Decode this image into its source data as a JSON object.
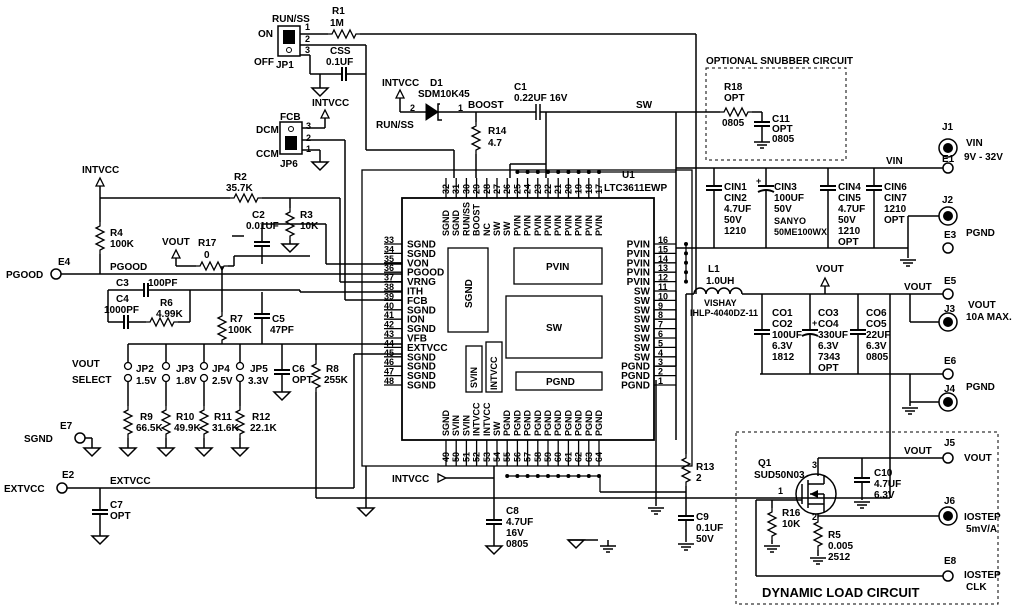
{
  "chip": {
    "ref": "U1",
    "part": "LTC3611EWP",
    "left_pins": [
      {
        "num": "33",
        "name": "SGND"
      },
      {
        "num": "34",
        "name": "SGND"
      },
      {
        "num": "35",
        "name": "VON"
      },
      {
        "num": "36",
        "name": "PGOOD"
      },
      {
        "num": "37",
        "name": "VRNG"
      },
      {
        "num": "38",
        "name": "ITH"
      },
      {
        "num": "39",
        "name": "FCB"
      },
      {
        "num": "40",
        "name": "SGND"
      },
      {
        "num": "41",
        "name": "ION"
      },
      {
        "num": "42",
        "name": "SGND"
      },
      {
        "num": "43",
        "name": "VFB"
      },
      {
        "num": "44",
        "name": "EXTVCC"
      },
      {
        "num": "45",
        "name": "SGND"
      },
      {
        "num": "46",
        "name": "SGND"
      },
      {
        "num": "47",
        "name": "SGND"
      },
      {
        "num": "48",
        "name": "SGND"
      }
    ],
    "right_pins": [
      {
        "num": "16",
        "name": "PVIN"
      },
      {
        "num": "15",
        "name": "PVIN"
      },
      {
        "num": "14",
        "name": "PVIN"
      },
      {
        "num": "13",
        "name": "PVIN"
      },
      {
        "num": "12",
        "name": "PVIN"
      },
      {
        "num": "11",
        "name": "SW"
      },
      {
        "num": "10",
        "name": "SW"
      },
      {
        "num": "9",
        "name": "SW"
      },
      {
        "num": "8",
        "name": "SW"
      },
      {
        "num": "7",
        "name": "SW"
      },
      {
        "num": "6",
        "name": "SW"
      },
      {
        "num": "5",
        "name": "SW"
      },
      {
        "num": "4",
        "name": "SW"
      },
      {
        "num": "3",
        "name": "PGND"
      },
      {
        "num": "2",
        "name": "PGND"
      },
      {
        "num": "1",
        "name": "PGND"
      }
    ],
    "top_pins": [
      {
        "num": "32",
        "name": "SGND"
      },
      {
        "num": "31",
        "name": "SGND"
      },
      {
        "num": "30",
        "name": "RUN/SS"
      },
      {
        "num": "29",
        "name": "BOOST"
      },
      {
        "num": "28",
        "name": "NC"
      },
      {
        "num": "27",
        "name": "SW"
      },
      {
        "num": "26",
        "name": "SW"
      },
      {
        "num": "25",
        "name": "PVIN"
      },
      {
        "num": "24",
        "name": "PVIN"
      },
      {
        "num": "23",
        "name": "PVIN"
      },
      {
        "num": "22",
        "name": "PVIN"
      },
      {
        "num": "21",
        "name": "PVIN"
      },
      {
        "num": "20",
        "name": "PVIN"
      },
      {
        "num": "19",
        "name": "PVIN"
      },
      {
        "num": "18",
        "name": "PVIN"
      },
      {
        "num": "17",
        "name": "PVIN"
      }
    ],
    "bottom_pins": [
      {
        "num": "49",
        "name": "SGND"
      },
      {
        "num": "50",
        "name": "SVIN"
      },
      {
        "num": "51",
        "name": "SVIN"
      },
      {
        "num": "52",
        "name": "INTVCC"
      },
      {
        "num": "53",
        "name": "INTVCC"
      },
      {
        "num": "54",
        "name": "SW"
      },
      {
        "num": "55",
        "name": "PGND"
      },
      {
        "num": "56",
        "name": "PGND"
      },
      {
        "num": "57",
        "name": "PGND"
      },
      {
        "num": "58",
        "name": "PGND"
      },
      {
        "num": "59",
        "name": "PGND"
      },
      {
        "num": "60",
        "name": "PGND"
      },
      {
        "num": "61",
        "name": "PGND"
      },
      {
        "num": "62",
        "name": "PGND"
      },
      {
        "num": "63",
        "name": "PGND"
      },
      {
        "num": "64",
        "name": "PGND"
      }
    ],
    "pads": {
      "sgnd": "SGND",
      "pvin": "PVIN",
      "sw": "SW",
      "pgnd": "PGND",
      "svin": "SVIN",
      "intvcc": "INTVCC"
    }
  },
  "labels": {
    "run_ss_jumper_title": "RUN/SS",
    "on": "ON",
    "off": "OFF",
    "jp1": "JP1",
    "r1_ref": "R1",
    "r1_val": "1M",
    "css_ref": "CSS",
    "css_val": "0.1UF",
    "intvcc": "INTVCC",
    "d1_ref": "D1",
    "d1_part": "SDM10K45",
    "d1_pin2": "2",
    "d1_pin1": "1",
    "boost": "BOOST",
    "c1_ref": "C1",
    "c1_val": "0.22UF 16V",
    "sw": "SW",
    "fcb_title": "FCB",
    "dcm": "DCM",
    "ccm": "CCM",
    "jp6": "JP6",
    "r14_ref": "R14",
    "r14_val": "4.7",
    "run_ss_net": "RUN/SS",
    "pin1": "1",
    "pin2": "2",
    "pin3": "3",
    "snubber_title": "OPTIONAL SNUBBER CIRCUIT",
    "r18_ref": "R18",
    "r18_val": "OPT",
    "r18_pkg": "0805",
    "c11_ref": "C11",
    "c11_val": "OPT",
    "c11_pkg": "0805",
    "r2_ref": "R2",
    "r2_val": "35.7K",
    "r3_ref": "R3",
    "r3_val": "10K",
    "c2_ref": "C2",
    "c2_val": "0.01UF",
    "r4_ref": "R4",
    "r4_val": "100K",
    "vout": "VOUT",
    "r17_ref": "R17",
    "r17_val": "0",
    "e4": "E4",
    "pgood": "PGOOD",
    "pgood_net": "PGOOD",
    "c3_ref": "C3",
    "c3_val": "100PF",
    "c4_ref": "C4",
    "c4_val": "1000PF",
    "r6_ref": "R6",
    "r6_val": "4.99K",
    "r7_ref": "R7",
    "r7_val": "100K",
    "c5_ref": "C5",
    "c5_val": "47PF",
    "vout_select": "VOUT",
    "vout_select2": "SELECT",
    "jp2": "JP2",
    "jp2_v": "1.5V",
    "jp3": "JP3",
    "jp3_v": "1.8V",
    "jp4": "JP4",
    "jp4_v": "2.5V",
    "jp5": "JP5",
    "jp5_v": "3.3V",
    "c6_ref": "C6",
    "c6_val": "OPT",
    "r8_ref": "R8",
    "r8_val": "255K",
    "r9_ref": "R9",
    "r9_val": "66.5K",
    "r10_ref": "R10",
    "r10_val": "49.9K",
    "r11_ref": "R11",
    "r11_val": "31.6K",
    "r12_ref": "R12",
    "r12_val": "22.1K",
    "e7": "E7",
    "sgnd": "SGND",
    "e2": "E2",
    "extvcc": "EXTVCC",
    "extvcc_net": "EXTVCC",
    "c7_ref": "C7",
    "c7_val": "OPT",
    "intvcc_arrow": "INTVCC",
    "c8_ref": "C8",
    "c8_val": "4.7UF",
    "c8_v": "16V",
    "c8_pkg": "0805",
    "r13_ref": "R13",
    "r13_val": "2",
    "c9_ref": "C9",
    "c9_val": "0.1UF",
    "c9_v": "50V",
    "cin1": "CIN1",
    "cin2": "CIN2",
    "cin12_val": "4.7UF",
    "cin12_v": "50V",
    "cin12_pkg": "1210",
    "cin3": "CIN3",
    "cin3_val": "100UF",
    "cin3_v": "50V",
    "cin3_mfr": "SANYO",
    "cin3_part": "50ME100WX",
    "cin4": "CIN4",
    "cin5": "CIN5",
    "cin45_val": "4.7UF",
    "cin45_v": "50V",
    "cin45_pkg": "1210",
    "cin45_opt": "OPT",
    "cin6": "CIN6",
    "cin7": "CIN7",
    "cin67_pkg": "1210",
    "cin67_opt": "OPT",
    "vin_net": "VIN",
    "j1": "J1",
    "e1": "E1",
    "vin": "VIN",
    "vin_range": "9V - 32V",
    "j2": "J2",
    "e3": "E3",
    "pgnd": "PGND",
    "l1_ref": "L1",
    "l1_val": "1.0UH",
    "l1_mfr": "VISHAY",
    "l1_part": "IHLP-4040DZ-11",
    "vout_net": "VOUT",
    "vout_top": "VOUT",
    "co1": "CO1",
    "co2": "CO2",
    "co12_val": "100UF",
    "co12_v": "6.3V",
    "co12_pkg": "1812",
    "co3": "CO3",
    "co4": "CO4",
    "co34_val": "330UF",
    "co34_v": "6.3V",
    "co34_pkg": "7343",
    "co34_opt": "OPT",
    "co6": "CO6",
    "co5": "CO5",
    "co56_val": "22UF",
    "co56_v": "6.3V",
    "co56_pkg": "0805",
    "e5": "E5",
    "j3": "J3",
    "vout_out": "VOUT",
    "vout_max": "10A MAX.",
    "e6": "E6",
    "j4": "J4",
    "pgnd2": "PGND",
    "vout_dyn": "VOUT",
    "j5": "J5",
    "vout_j5": "VOUT",
    "q1_ref": "Q1",
    "q1_part": "SUD50N03",
    "q_pin3": "3",
    "q_pin1": "1",
    "q_pin2": "2",
    "c10_ref": "C10",
    "c10_val": "4.7UF",
    "c10_v": "6.3V",
    "j6": "J6",
    "iostep": "IOSTEP",
    "iostep_scale": "5mV/A",
    "r16_ref": "R16",
    "r16_val": "10K",
    "r5_ref": "R5",
    "r5_val": "0.005",
    "r5_pkg": "2512",
    "e8": "E8",
    "iostep_clk": "IOSTEP",
    "clk": "CLK",
    "dyn_title": "DYNAMIC LOAD CIRCUIT"
  }
}
